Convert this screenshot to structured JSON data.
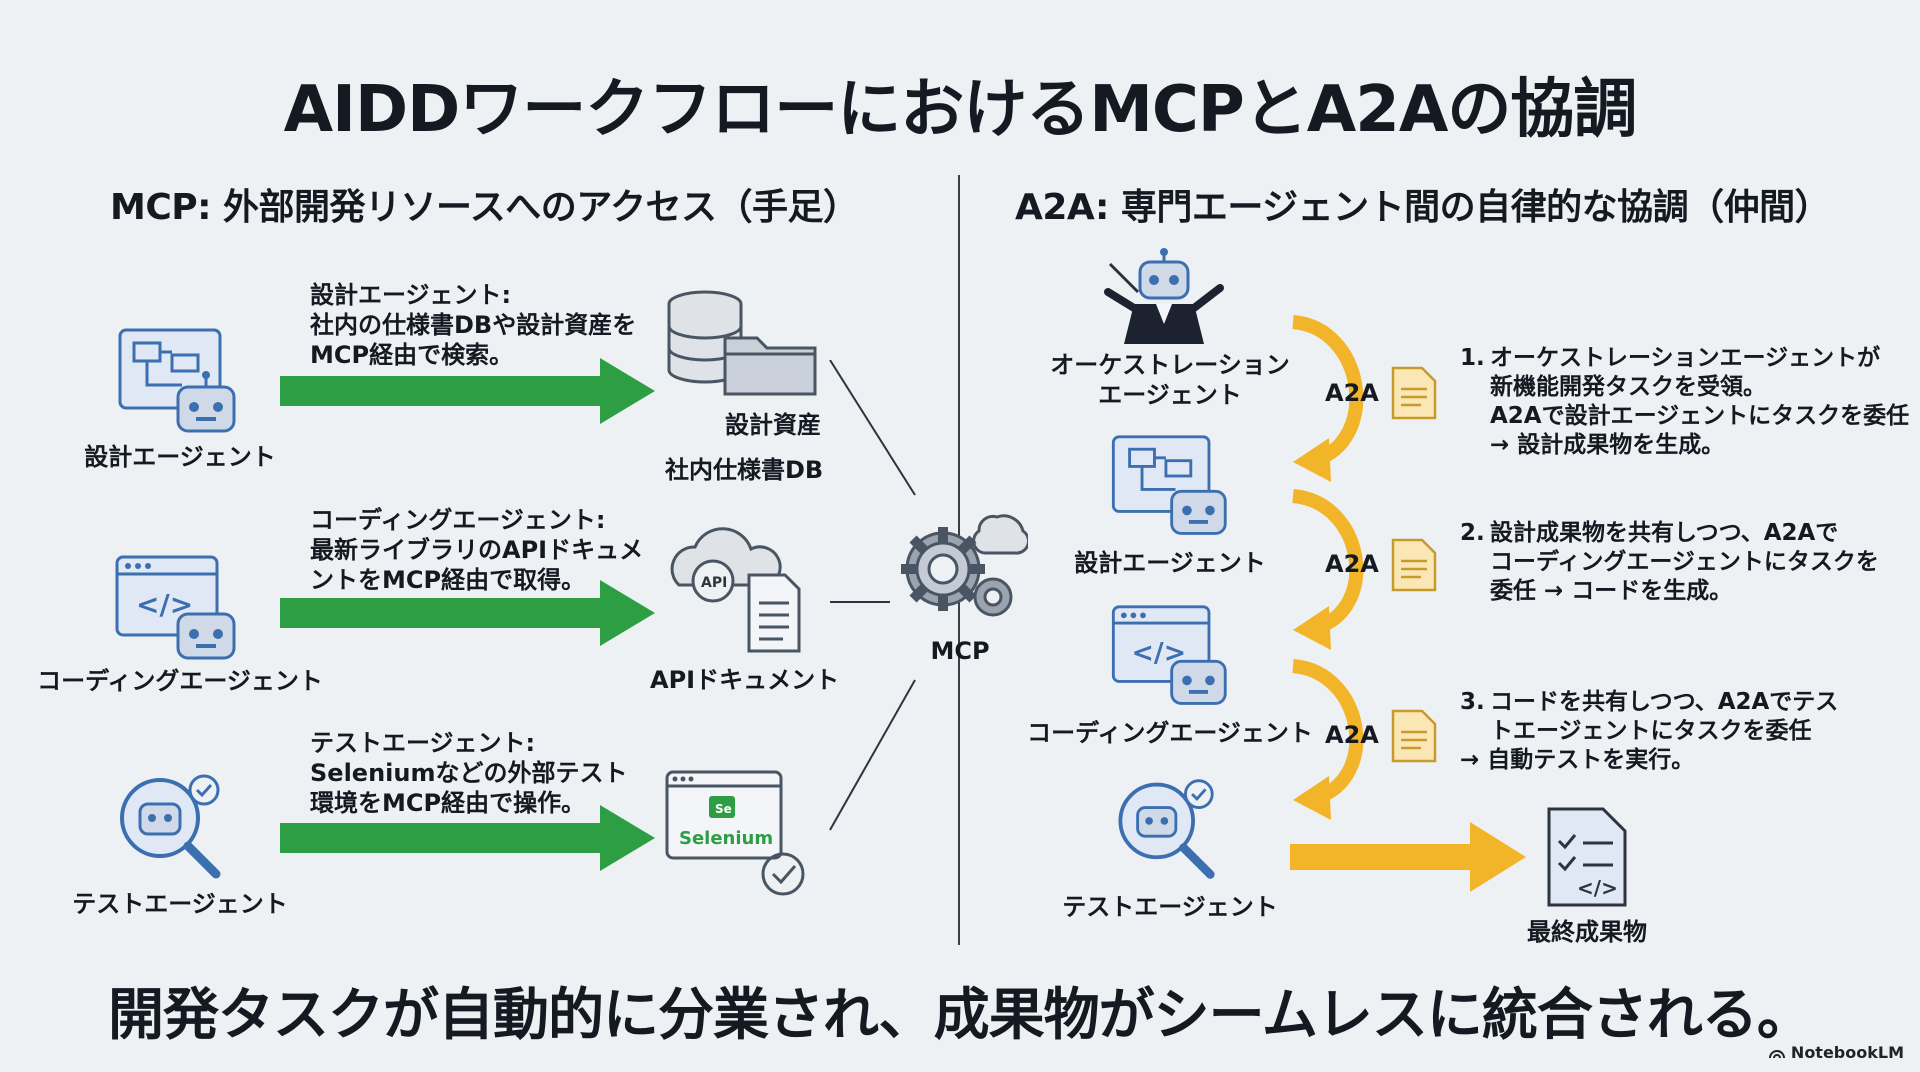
{
  "title": "AIDDワークフローにおけるMCPとA2Aの協調",
  "left": {
    "heading": "MCP: 外部開発リソースへのアクセス（手足）",
    "agents": [
      {
        "name": "設計エージェント",
        "desc": [
          "設計エージェント:",
          "社内の仕様書DBや設計資産を",
          "MCP経由で検索。"
        ]
      },
      {
        "name": "コーディングエージェント",
        "desc": [
          "コーディングエージェント:",
          "最新ライブラリのAPIドキュメ",
          "ントをMCP経由で取得。"
        ]
      },
      {
        "name": "テストエージェント",
        "desc": [
          "テストエージェント:",
          "Seleniumなどの外部テスト",
          "環境をMCP経由で操作。"
        ]
      }
    ],
    "resources": {
      "design_assets": "設計資産",
      "spec_db": "社内仕様書DB",
      "api_docs": "APIドキュメント",
      "selenium": "Selenium",
      "api_badge": "API"
    },
    "hub": "MCP"
  },
  "right": {
    "heading": "A2A: 専門エージェント間の自律的な協調（仲間）",
    "agents": {
      "orchestrator": [
        "オーケストレーション",
        "エージェント"
      ],
      "design": "設計エージェント",
      "coding": "コーディングエージェント",
      "test": "テストエージェント"
    },
    "a2a_label": "A2A",
    "final": "最終成果物",
    "steps": [
      {
        "num": "1.",
        "lines": [
          "オーケストレーションエージェントが",
          "新機能開発タスクを受領。",
          "A2Aで設計エージェントにタスクを委任",
          "→ 設計成果物を生成。"
        ]
      },
      {
        "num": "2.",
        "lines": [
          "設計成果物を共有しつつ、A2Aで",
          "コーディングエージェントにタスクを",
          "委任 → コードを生成。"
        ]
      },
      {
        "num": "3.",
        "lines": [
          "コードを共有しつつ、A2Aでテス",
          "トエージェントにタスクを委任",
          "→ 自動テストを実行。"
        ]
      }
    ]
  },
  "footer": "開発タスクが自動的に分業され、成果物がシームレスに統合される。",
  "brand": "NotebookLM",
  "colors": {
    "green": "#2e9e45",
    "yellow": "#f2b52a",
    "blue": "#3c6fb0",
    "paper": "#fbe7b5"
  }
}
